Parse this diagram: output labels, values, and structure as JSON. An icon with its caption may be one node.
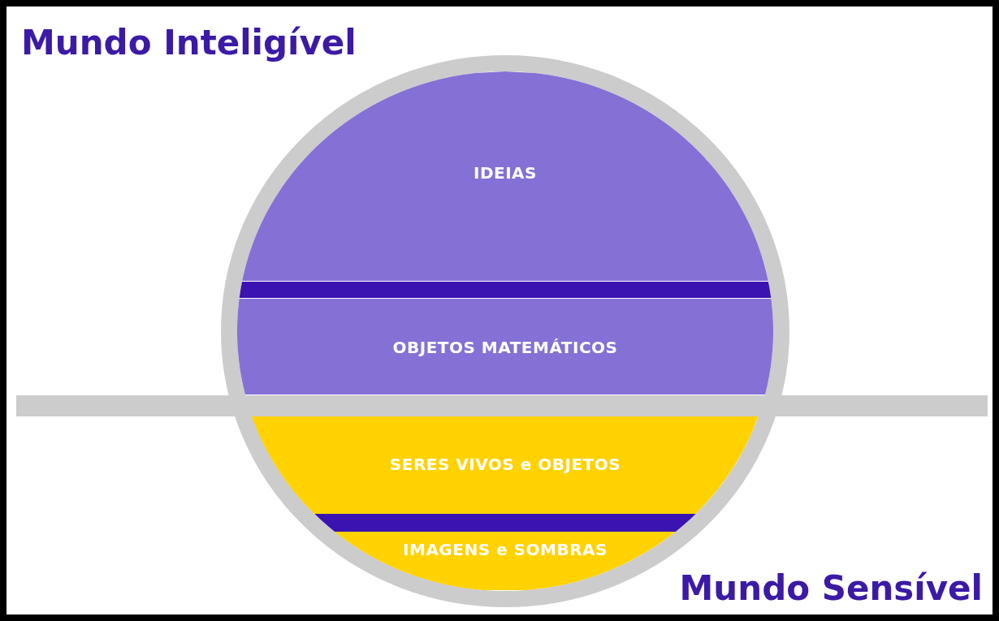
{
  "diagram": {
    "nodes": [
      {
        "text": [
          "IDEIAS"
        ]
      },
      {
        "text": [
          "OBJETOS MATEMÁTICOS"
        ]
      },
      {
        "text": [
          "SERES VIVOS e OBJETOS"
        ]
      },
      {
        "text": [
          "IMAGENS e SOMBRAS"
        ]
      }
    ],
    "labels": [
      "Mundo Inteligível",
      "Mundo Sensível"
    ]
  }
}
